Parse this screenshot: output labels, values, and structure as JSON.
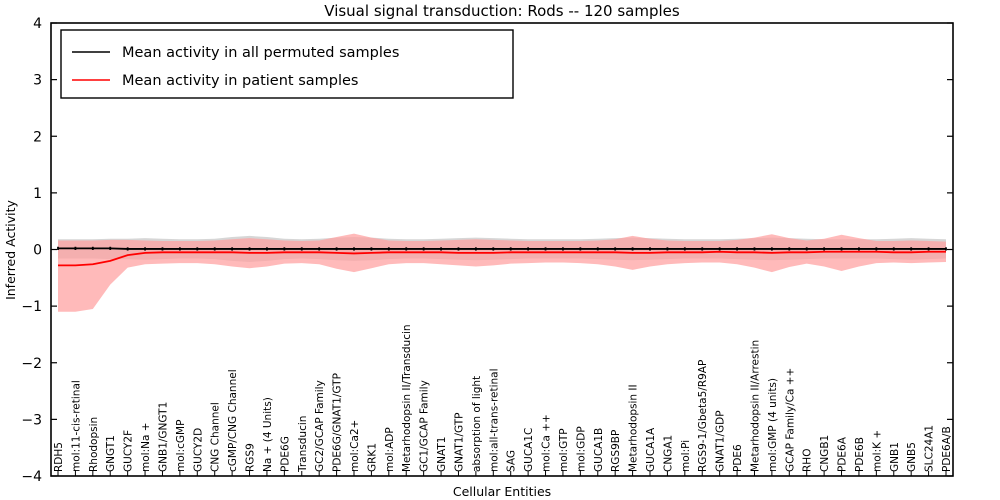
{
  "chart_data": {
    "type": "line",
    "title": "Visual signal transduction: Rods -- 120 samples",
    "xlabel": "Cellular Entities",
    "ylabel": "Inferred Activity",
    "ylim": [
      -4,
      4
    ],
    "yticks": [
      -4,
      -3,
      -2,
      -1,
      0,
      1,
      2,
      3,
      4
    ],
    "ytick_labels": [
      "−4",
      "−3",
      "−2",
      "−1",
      "0",
      "1",
      "2",
      "3",
      "4"
    ],
    "grid": false,
    "legend_position": "upper left",
    "legend": [
      {
        "name": "Mean activity in all permuted samples",
        "color": "#000000"
      },
      {
        "name": "Mean activity in patient samples",
        "color": "#ff0000"
      }
    ],
    "categories": [
      "RDH5",
      "mol:11-cis-retinal",
      "Rhodopsin",
      "GNGT1",
      "GUCY2F",
      "mol:Na +",
      "GNB1/GNGT1",
      "mol:cGMP",
      "GUCY2D",
      "CNG Channel",
      "cGMP/CNG Channel",
      "RGS9",
      "Na + (4 Units)",
      "PDE6G",
      "Transducin",
      "GC2/GCAP Family",
      "PDE6G/GNAT1/GTP",
      "mol:Ca2+",
      "GRK1",
      "mol:ADP",
      "Metarhodopsin II/Transducin",
      "GC1/GCAP Family",
      "GNAT1",
      "GNAT1/GTP",
      "absorption of light",
      "mol:all-trans-retinal",
      "SAG",
      "GUCA1C",
      "mol:Ca ++",
      "mol:GTP",
      "mol:GDP",
      "GUCA1B",
      "RGS9BP",
      "Metarhodopsin II",
      "GUCA1A",
      "CNGA1",
      "mol:Pi",
      "RGS9-1/Gbeta5/R9AP",
      "GNAT1/GDP",
      "PDE6",
      "Metarhodopsin II/Arrestin",
      "mol:GMP (4 units)",
      "GCAP Family/Ca ++",
      "RHO",
      "CNGB1",
      "PDE6A",
      "PDE6B",
      "mol:K +",
      "GNB1",
      "GNB5",
      "SLC24A1",
      "PDE6A/B"
    ],
    "series": [
      {
        "name": "Mean activity in all permuted samples",
        "color": "#000000",
        "values": [
          0.02,
          0.02,
          0.02,
          0.02,
          0.01,
          0.01,
          0.01,
          0.01,
          0.01,
          0.01,
          0.01,
          0.01,
          0.01,
          0.01,
          0.01,
          0.01,
          0.01,
          0.01,
          0.01,
          0.01,
          0.01,
          0.01,
          0.01,
          0.01,
          0.01,
          0.01,
          0.01,
          0.01,
          0.01,
          0.01,
          0.01,
          0.01,
          0.01,
          0.01,
          0.01,
          0.01,
          0.01,
          0.01,
          0.01,
          0.01,
          0.01,
          0.01,
          0.01,
          0.01,
          0.01,
          0.01,
          0.01,
          0.01,
          0.01,
          0.01,
          0.01,
          0.01
        ],
        "band_lower": [
          -0.16,
          -0.16,
          -0.16,
          -0.17,
          -0.17,
          -0.18,
          -0.17,
          -0.16,
          -0.16,
          -0.17,
          -0.2,
          -0.22,
          -0.2,
          -0.17,
          -0.16,
          -0.17,
          -0.19,
          -0.2,
          -0.19,
          -0.17,
          -0.16,
          -0.16,
          -0.17,
          -0.18,
          -0.19,
          -0.18,
          -0.17,
          -0.16,
          -0.16,
          -0.16,
          -0.16,
          -0.17,
          -0.18,
          -0.19,
          -0.18,
          -0.17,
          -0.16,
          -0.16,
          -0.16,
          -0.17,
          -0.18,
          -0.19,
          -0.18,
          -0.17,
          -0.16,
          -0.16,
          -0.16,
          -0.16,
          -0.17,
          -0.18,
          -0.17,
          -0.16
        ],
        "band_upper": [
          0.18,
          0.18,
          0.18,
          0.19,
          0.19,
          0.2,
          0.19,
          0.18,
          0.18,
          0.19,
          0.22,
          0.24,
          0.22,
          0.19,
          0.18,
          0.19,
          0.21,
          0.22,
          0.21,
          0.19,
          0.18,
          0.18,
          0.19,
          0.2,
          0.21,
          0.2,
          0.19,
          0.18,
          0.18,
          0.18,
          0.18,
          0.19,
          0.2,
          0.21,
          0.2,
          0.19,
          0.18,
          0.18,
          0.18,
          0.19,
          0.2,
          0.21,
          0.2,
          0.19,
          0.18,
          0.18,
          0.18,
          0.18,
          0.19,
          0.2,
          0.19,
          0.18
        ],
        "band_color": "#b4b4b4"
      },
      {
        "name": "Mean activity in patient samples",
        "color": "#ff0000",
        "values": [
          -0.28,
          -0.28,
          -0.26,
          -0.2,
          -0.1,
          -0.06,
          -0.05,
          -0.05,
          -0.05,
          -0.05,
          -0.05,
          -0.06,
          -0.06,
          -0.05,
          -0.05,
          -0.05,
          -0.06,
          -0.07,
          -0.06,
          -0.05,
          -0.05,
          -0.05,
          -0.05,
          -0.06,
          -0.06,
          -0.06,
          -0.05,
          -0.05,
          -0.05,
          -0.05,
          -0.05,
          -0.05,
          -0.05,
          -0.06,
          -0.06,
          -0.05,
          -0.05,
          -0.05,
          -0.04,
          -0.05,
          -0.05,
          -0.06,
          -0.05,
          -0.05,
          -0.04,
          -0.04,
          -0.04,
          -0.04,
          -0.05,
          -0.05,
          -0.04,
          -0.04
        ],
        "band_lower": [
          -1.1,
          -1.1,
          -1.05,
          -0.62,
          -0.32,
          -0.26,
          -0.25,
          -0.24,
          -0.24,
          -0.26,
          -0.3,
          -0.33,
          -0.3,
          -0.25,
          -0.24,
          -0.26,
          -0.34,
          -0.4,
          -0.33,
          -0.26,
          -0.24,
          -0.24,
          -0.26,
          -0.28,
          -0.3,
          -0.28,
          -0.25,
          -0.24,
          -0.23,
          -0.23,
          -0.24,
          -0.26,
          -0.3,
          -0.36,
          -0.3,
          -0.26,
          -0.24,
          -0.23,
          -0.23,
          -0.26,
          -0.32,
          -0.4,
          -0.31,
          -0.25,
          -0.3,
          -0.38,
          -0.3,
          -0.24,
          -0.23,
          -0.24,
          -0.23,
          -0.22
        ],
        "band_upper": [
          0.16,
          0.16,
          0.16,
          0.17,
          0.17,
          0.16,
          0.15,
          0.15,
          0.15,
          0.16,
          0.18,
          0.2,
          0.18,
          0.16,
          0.15,
          0.16,
          0.22,
          0.28,
          0.21,
          0.16,
          0.15,
          0.15,
          0.16,
          0.17,
          0.18,
          0.17,
          0.16,
          0.15,
          0.15,
          0.15,
          0.15,
          0.16,
          0.18,
          0.24,
          0.19,
          0.16,
          0.15,
          0.15,
          0.15,
          0.17,
          0.21,
          0.27,
          0.2,
          0.16,
          0.19,
          0.26,
          0.2,
          0.15,
          0.15,
          0.16,
          0.15,
          0.14
        ],
        "band_color": "#ffa0a0"
      }
    ]
  },
  "axes": {
    "title": "Visual signal transduction: Rods -- 120 samples",
    "xlabel": "Cellular Entities",
    "ylabel": "Inferred Activity"
  }
}
